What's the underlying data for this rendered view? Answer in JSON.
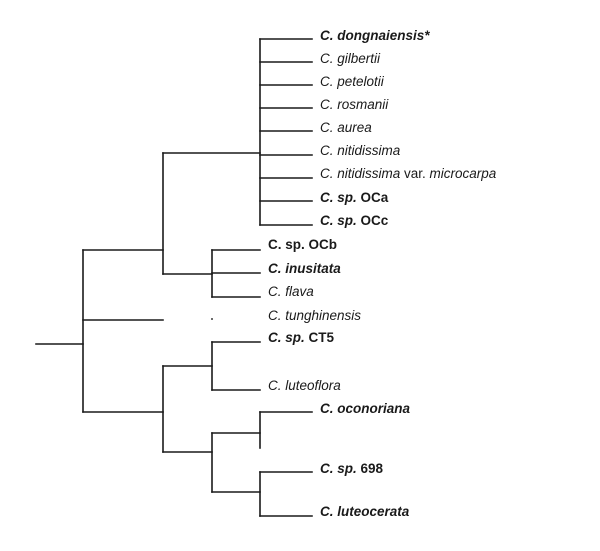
{
  "taxa": [
    {
      "id": "t1",
      "parts": [
        {
          "t": "C. dongnaiensis*",
          "b": true,
          "i": true
        }
      ]
    },
    {
      "id": "t2",
      "parts": [
        {
          "t": "C. gilbertii",
          "b": false,
          "i": true
        }
      ]
    },
    {
      "id": "t3",
      "parts": [
        {
          "t": "C. petelotii",
          "b": false,
          "i": true
        }
      ]
    },
    {
      "id": "t4",
      "parts": [
        {
          "t": "C. rosmanii",
          "b": false,
          "i": true
        }
      ]
    },
    {
      "id": "t5",
      "parts": [
        {
          "t": "C. aurea",
          "b": false,
          "i": true
        }
      ]
    },
    {
      "id": "t6",
      "parts": [
        {
          "t": "C. nitidissima",
          "b": false,
          "i": true
        }
      ]
    },
    {
      "id": "t7",
      "parts": [
        {
          "t": "C. nitidissima ",
          "b": false,
          "i": true
        },
        {
          "t": "var. ",
          "b": false,
          "i": false
        },
        {
          "t": "microcarpa",
          "b": false,
          "i": true
        }
      ]
    },
    {
      "id": "t8",
      "parts": [
        {
          "t": "C. sp. ",
          "b": true,
          "i": true
        },
        {
          "t": "OCa",
          "b": true,
          "i": false
        }
      ]
    },
    {
      "id": "t9",
      "parts": [
        {
          "t": "C. sp. ",
          "b": true,
          "i": true
        },
        {
          "t": "OCc",
          "b": true,
          "i": false
        }
      ]
    },
    {
      "id": "t10",
      "parts": [
        {
          "t": "C. sp. OCb",
          "b": true,
          "i": false
        }
      ]
    },
    {
      "id": "t11",
      "parts": [
        {
          "t": "C. inusitata",
          "b": true,
          "i": true
        }
      ]
    },
    {
      "id": "t12",
      "parts": [
        {
          "t": "C. flava",
          "b": false,
          "i": true
        }
      ]
    },
    {
      "id": "t13",
      "parts": [
        {
          "t": "C. tunghinensis",
          "b": false,
          "i": true
        }
      ]
    },
    {
      "id": "t14",
      "parts": [
        {
          "t": "C. sp. ",
          "b": true,
          "i": true
        },
        {
          "t": "CT5",
          "b": true,
          "i": false
        }
      ]
    },
    {
      "id": "t15",
      "parts": [
        {
          "t": "C. luteoflora",
          "b": false,
          "i": true
        }
      ]
    },
    {
      "id": "t16",
      "parts": [
        {
          "t": "C. oconoriana",
          "b": true,
          "i": true
        }
      ]
    },
    {
      "id": "t17",
      "parts": [
        {
          "t": "C. sp. ",
          "b": true,
          "i": true
        },
        {
          "t": "698",
          "b": true,
          "i": false
        }
      ]
    },
    {
      "id": "t18",
      "parts": [
        {
          "t": "C. luteocerata",
          "b": true,
          "i": true
        }
      ]
    }
  ]
}
